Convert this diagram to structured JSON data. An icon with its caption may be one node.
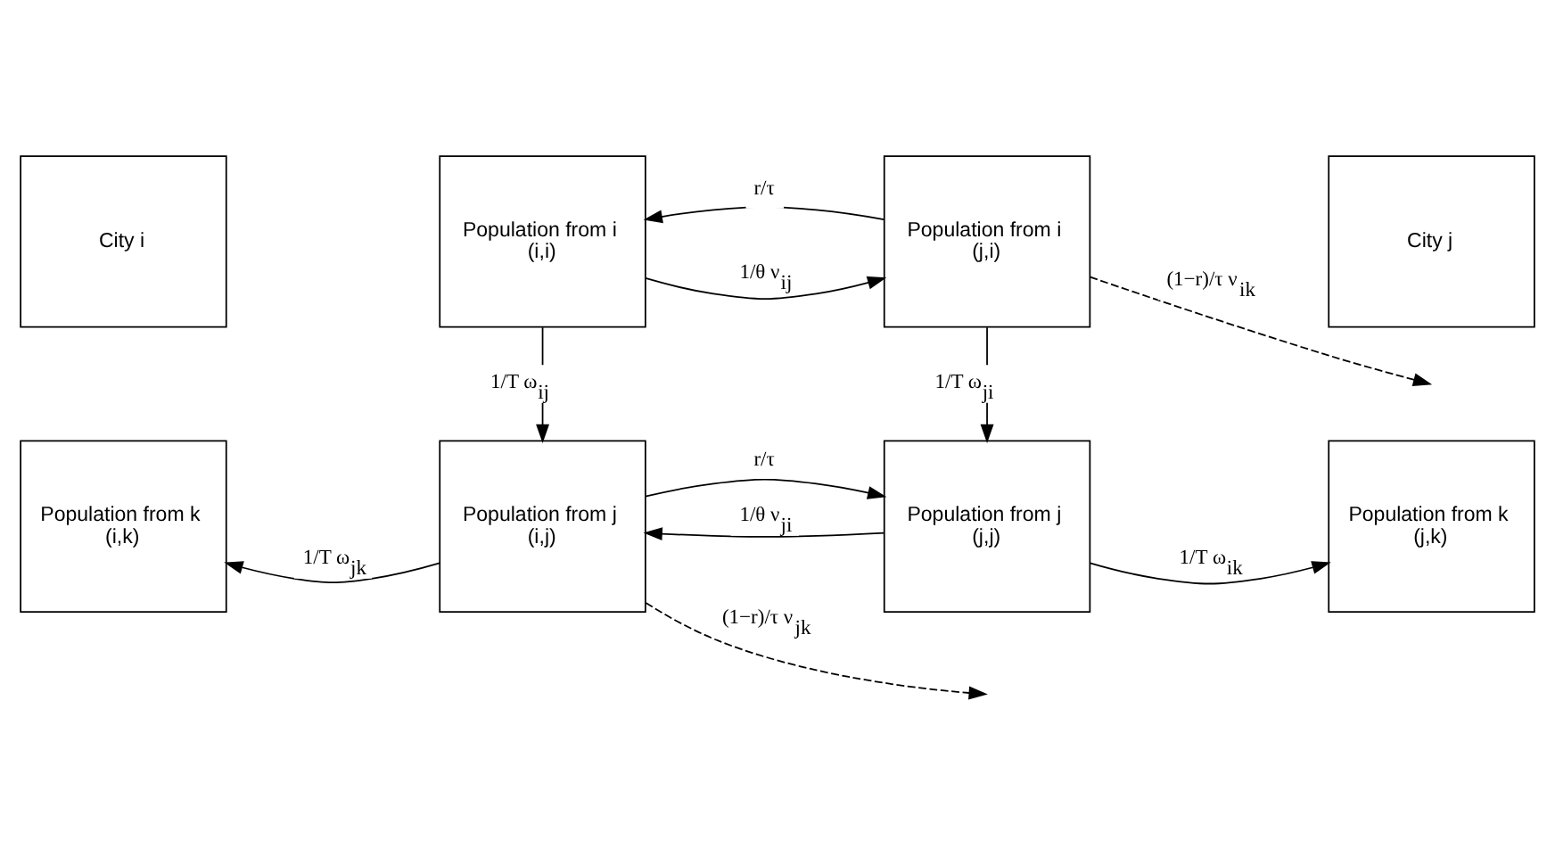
{
  "diagram": {
    "nodes": [
      {
        "text": [
          "City i"
        ]
      },
      {
        "text": [
          "Population from i",
          "(i,i)"
        ]
      },
      {
        "text": [
          "Population from i",
          "(j,i)"
        ]
      },
      {
        "text": [
          "City j"
        ]
      },
      {
        "text": [
          "Population from k",
          "(i,k)"
        ]
      },
      {
        "text": [
          "Population from j",
          "(i,j)"
        ]
      },
      {
        "text": [
          "Population from j",
          "(j,j)"
        ]
      },
      {
        "text": [
          "Population from k",
          "(j,k)"
        ]
      }
    ],
    "edges": [
      {
        "from": 1,
        "to": 2,
        "arrow": "to",
        "label": "1/θ ν$_{ij}$"
      },
      {
        "from": 2,
        "to": 1,
        "arrow": "to",
        "label": "r/τ"
      },
      {
        "from": 5,
        "to": 6,
        "arrow": "to",
        "label": "r/τ"
      },
      {
        "from": 6,
        "to": 5,
        "arrow": "to",
        "label": "1/θ ν$_{ji}$"
      },
      {
        "from": 1,
        "to": 5,
        "arrow": "to",
        "label": "1/T ω$_{ij}$"
      },
      {
        "from": 2,
        "to": 6,
        "arrow": "to",
        "label": "1/T ω$_{ji}$"
      },
      {
        "from": 5,
        "to": 4,
        "arrow": "to",
        "label": "1/T ω$_{jk}$"
      },
      {
        "from": 6,
        "to": 7,
        "arrow": "to",
        "label": "1/T ω$_{ik}$"
      },
      {
        "from": 2,
        "to": null,
        "arrow": "to",
        "style": "dashed",
        "label": "(1−r)/τ ν$_{ik}$"
      },
      {
        "from": 5,
        "to": null,
        "arrow": "to",
        "style": "dashed",
        "label": "(1−r)/τ ν$_{jk}$"
      }
    ]
  }
}
